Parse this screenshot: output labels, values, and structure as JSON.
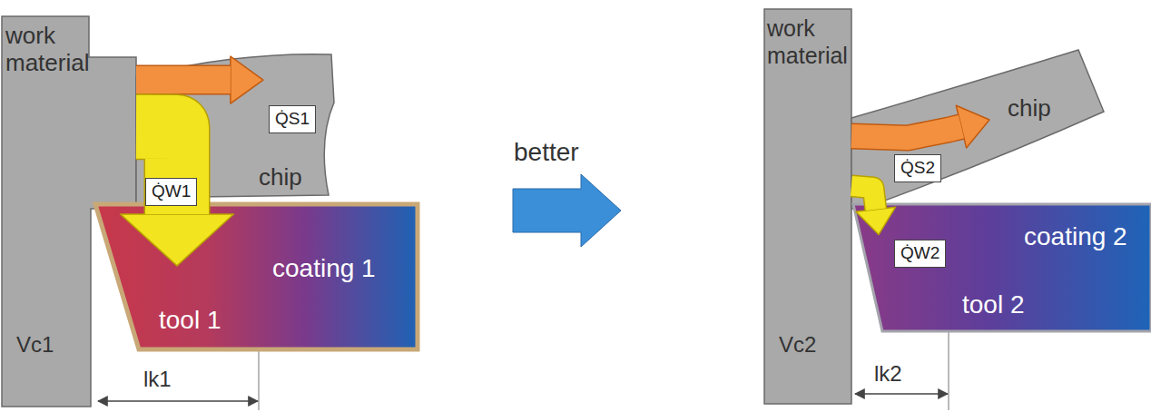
{
  "diagram": {
    "nodes": [
      {
        "text": [
          "work material"
        ]
      },
      {
        "text": [
          "chip"
        ]
      },
      {
        "text": [
          "coating 1",
          "tool 1"
        ]
      },
      {
        "text": [
          "work material"
        ]
      },
      {
        "text": [
          "chip"
        ]
      },
      {
        "text": [
          "coating 2",
          "tool 2"
        ]
      }
    ],
    "edges": [
      {
        "from": 0,
        "to": 1,
        "arrow": "to",
        "label": "Q̇S1"
      },
      {
        "from": 0,
        "to": 2,
        "arrow": "to",
        "label": "Q̇W1"
      },
      {
        "from": 3,
        "to": 4,
        "arrow": "to",
        "label": "Q̇S2"
      },
      {
        "from": 3,
        "to": 5,
        "arrow": "to",
        "label": "Q̇W2"
      }
    ],
    "labels": [
      "Vc1",
      "lk1",
      "better",
      "Vc2",
      "lk2"
    ]
  }
}
